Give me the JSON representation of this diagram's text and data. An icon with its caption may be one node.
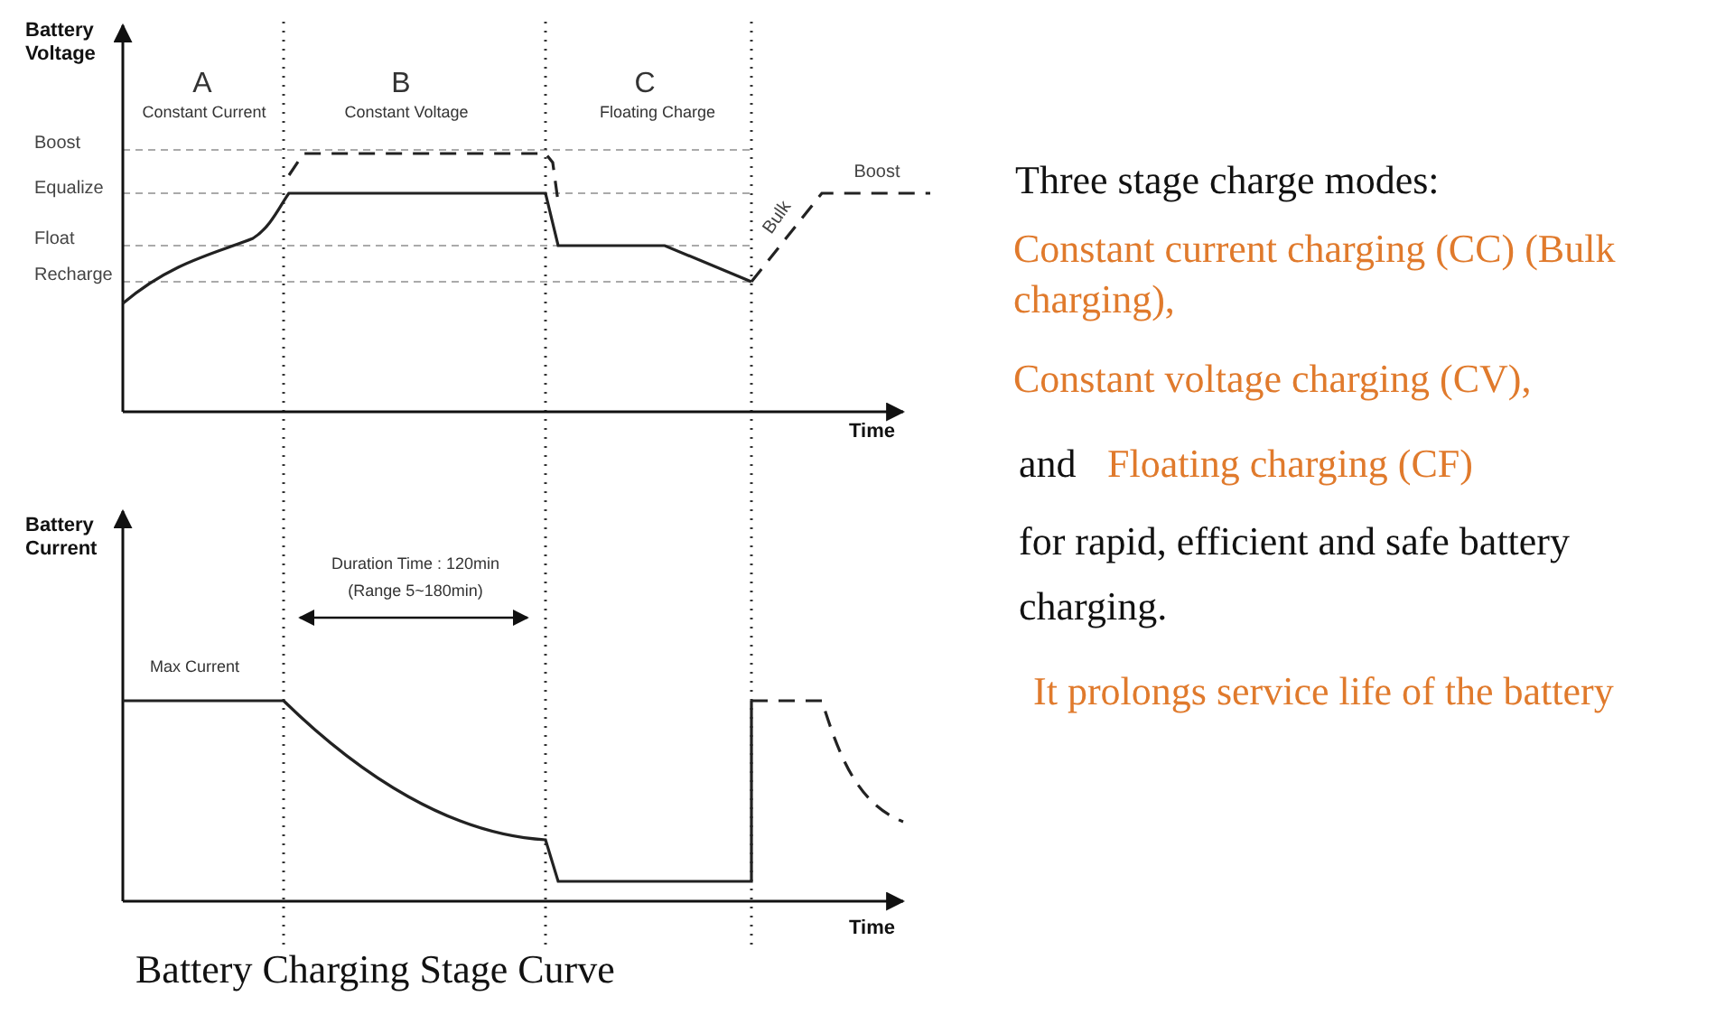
{
  "diagram": {
    "caption": "Battery Charging Stage Curve",
    "labels": [
      "Battery Voltage",
      "A",
      "Constant Current",
      "B",
      "Constant Voltage",
      "C",
      "Floating Charge",
      "Boost",
      "Equalize",
      "Float",
      "Recharge",
      "Boost",
      "Bulk",
      "Time",
      "Battery Current",
      "Duration Time : 120min",
      "(Range 5~180min)",
      "Max Current",
      "Time",
      "Three stage charge modes:",
      "Constant current charging (CC) (Bulk charging),",
      "Constant voltage charging (CV),",
      "and",
      "Floating charging (CF)",
      "for rapid, efficient and safe battery charging.",
      "It prolongs service life of the battery"
    ]
  }
}
